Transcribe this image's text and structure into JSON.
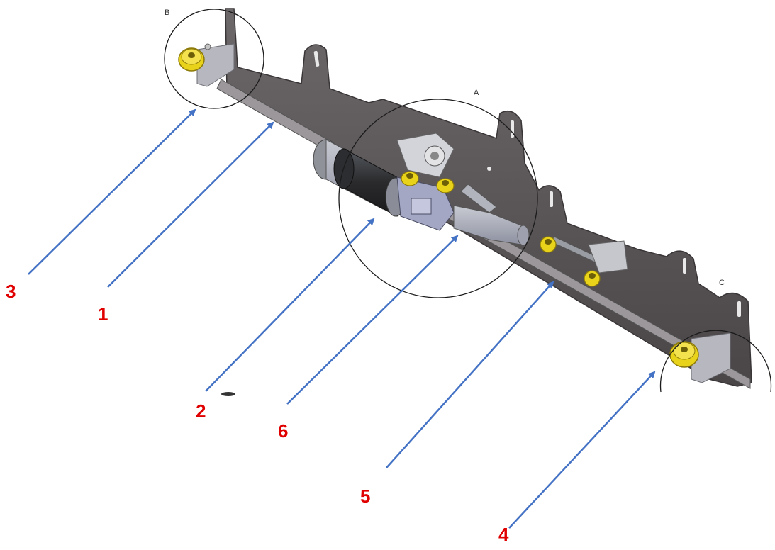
{
  "detail_labels": {
    "a": "A",
    "b": "B",
    "c": "C"
  },
  "callouts": [
    {
      "number": "3"
    },
    {
      "number": "1"
    },
    {
      "number": "2"
    },
    {
      "number": "6"
    },
    {
      "number": "5"
    },
    {
      "number": "4"
    }
  ],
  "colors": {
    "arrow": "#4472c4",
    "number": "#e00000",
    "rail": "#5a5658",
    "pulley": "#e8d21a",
    "motor": "#2a2a2c"
  }
}
